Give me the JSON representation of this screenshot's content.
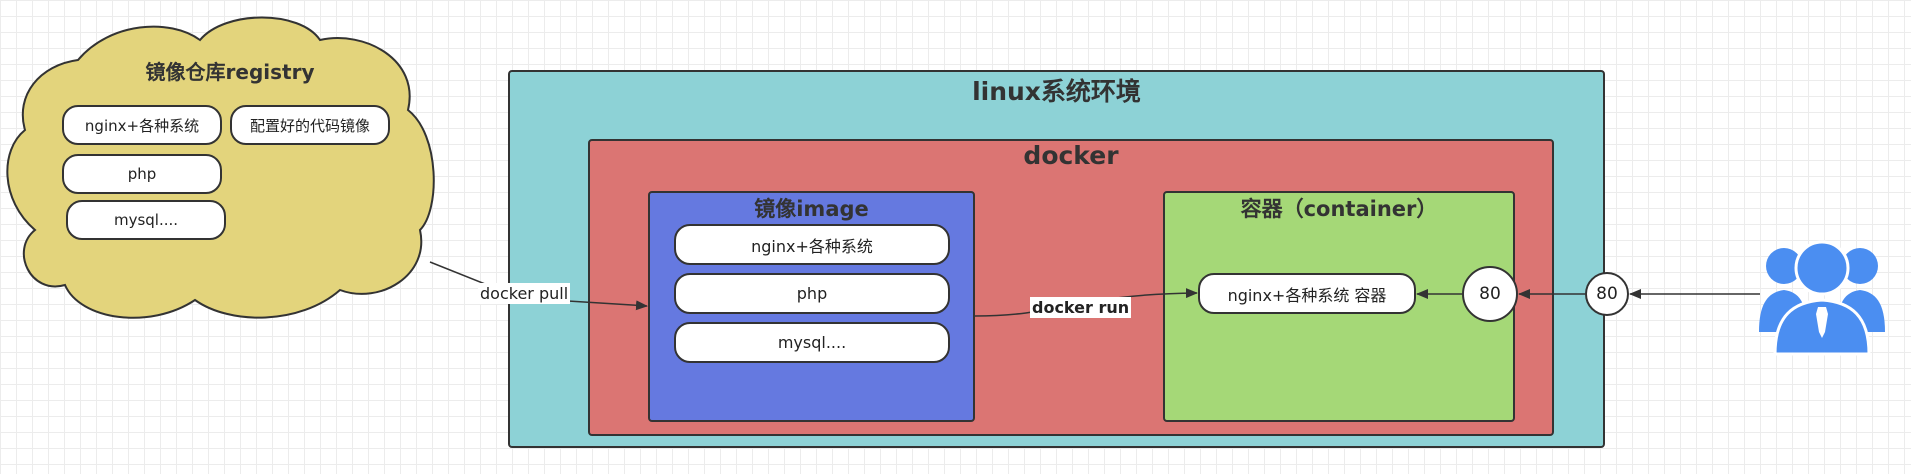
{
  "colors": {
    "registry_fill": "#e3d47c",
    "linux_fill": "#8dd2d6",
    "docker_fill": "#db7573",
    "image_fill": "#6579e0",
    "container_fill": "#a5d877",
    "user_icon": "#4b8ef1",
    "stroke": "#333333"
  },
  "registry": {
    "title": "镜像仓库registry",
    "items": [
      "nginx+各种系统",
      "配置好的代码镜像",
      "php",
      "mysql...."
    ]
  },
  "linux": {
    "title": "linux系统环境"
  },
  "docker": {
    "title": "docker"
  },
  "image": {
    "title": "镜像image",
    "items": [
      "nginx+各种系统",
      "php",
      "mysql...."
    ]
  },
  "container": {
    "title": "容器（container）",
    "node": "nginx+各种系统  容器"
  },
  "ports": {
    "container_port": "80",
    "host_port": "80"
  },
  "edges": {
    "pull_label": "docker pull",
    "run_label": "docker run"
  },
  "user": {
    "icon": "users-icon"
  }
}
